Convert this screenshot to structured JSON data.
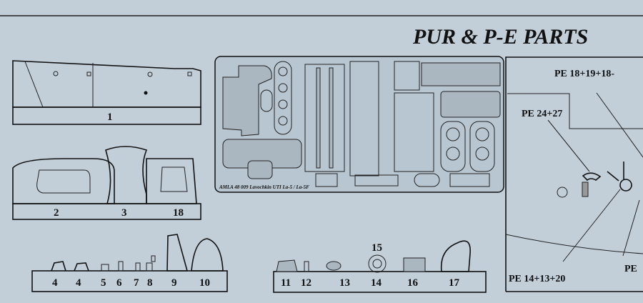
{
  "title": "PUR & P-E PARTS",
  "resin_parts": {
    "fuselage_label": "1",
    "canopy_labels": [
      "2",
      "3",
      "18"
    ],
    "small_parts_labels": [
      "4",
      "4",
      "5",
      "6",
      "7",
      "8",
      "9",
      "10"
    ],
    "other_parts_labels": [
      "11",
      "12",
      "13",
      "15",
      "14",
      "16",
      "17"
    ]
  },
  "pe_fret": {
    "caption": "AMLA 48 009 Lavochkin UTI La-5 / La-5F"
  },
  "detail_view": {
    "callouts": [
      "PE 18+19+18-",
      "PE 24+27",
      "PE 14+13+20",
      "PE"
    ]
  }
}
